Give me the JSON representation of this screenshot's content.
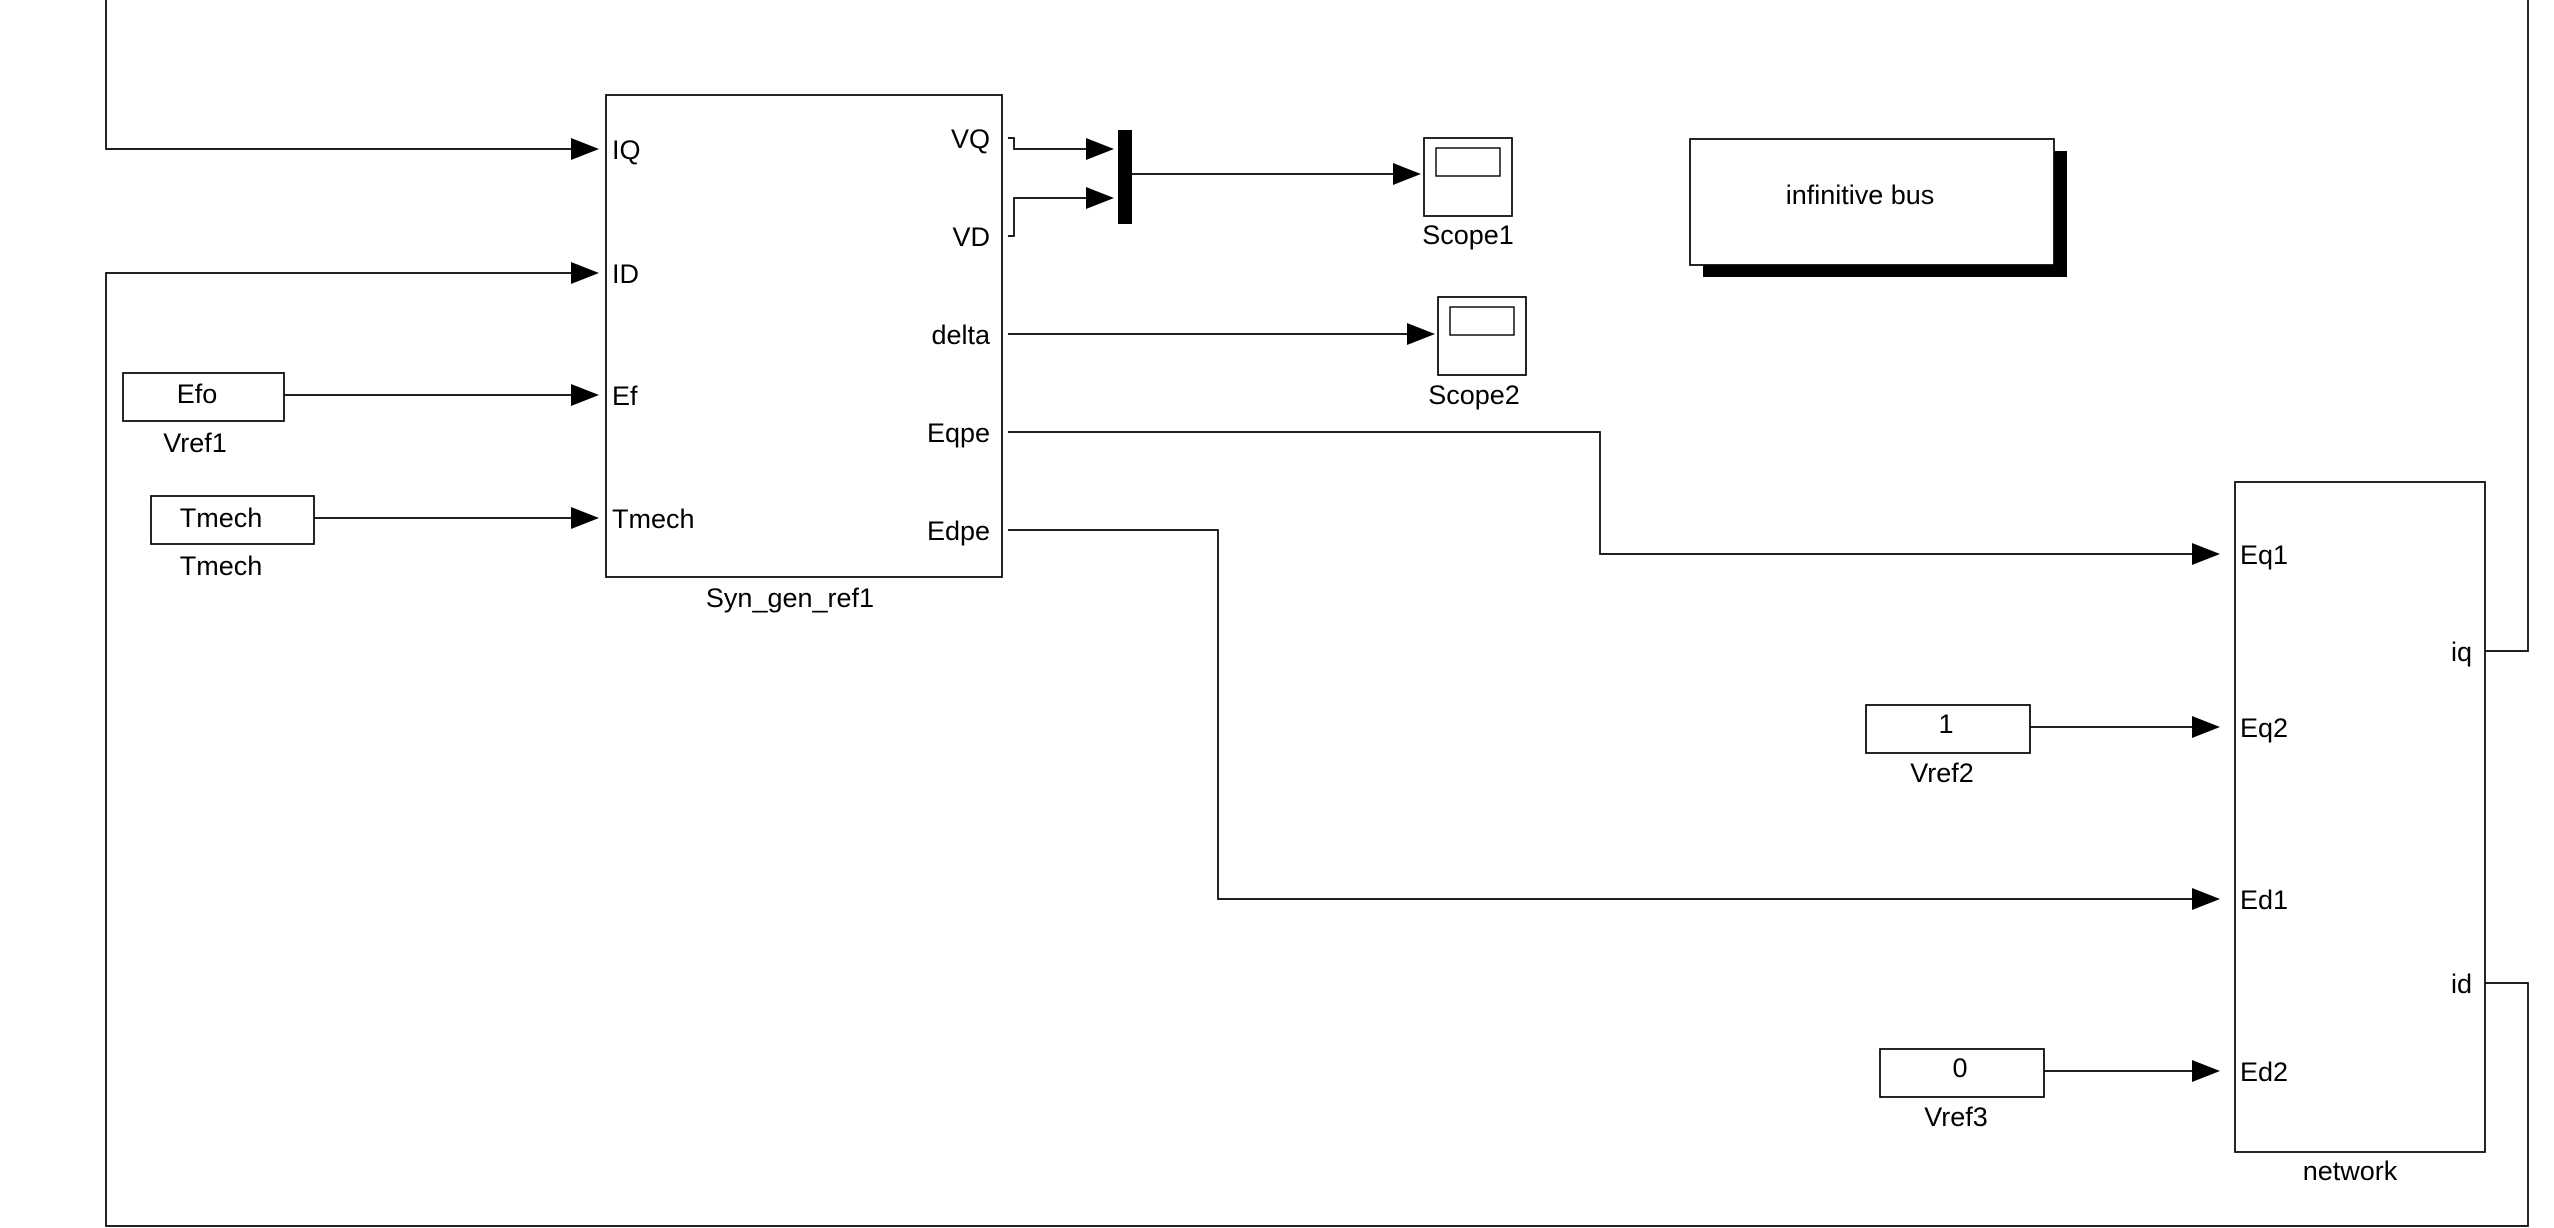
{
  "subsystem_gen": {
    "name": "Syn_gen_ref1",
    "inputs": [
      "IQ",
      "ID",
      "Ef",
      "Tmech"
    ],
    "outputs": [
      "VQ",
      "VD",
      "delta",
      "Eqpe",
      "Edpe"
    ]
  },
  "subsystem_net": {
    "name": "network",
    "inputs": [
      "Eq1",
      "Eq2",
      "Ed1",
      "Ed2"
    ],
    "outputs": [
      "iq",
      "id"
    ]
  },
  "constants": [
    {
      "value": "Efo",
      "name": "Vref1"
    },
    {
      "value": "Tmech",
      "name": "Tmech"
    },
    {
      "value": "1",
      "name": "Vref2"
    },
    {
      "value": "0",
      "name": "Vref3"
    }
  ],
  "scopes": [
    {
      "name": "Scope1"
    },
    {
      "name": "Scope2"
    }
  ],
  "annotation": {
    "text": "infinitive bus"
  }
}
